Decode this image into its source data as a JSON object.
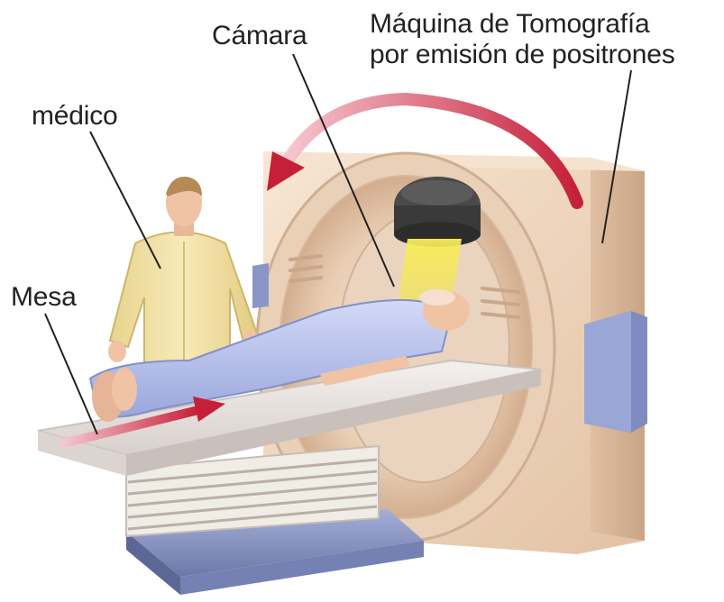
{
  "labels": {
    "camera": "Cámara",
    "pet_machine_line1": "Máquina de Tomografía",
    "pet_machine_line2": "por emisión de positrones",
    "doctor": "médico",
    "table": "Mesa"
  },
  "colors": {
    "scanner_body": "#f1d8c0",
    "scanner_shadow": "#d9b89c",
    "camera_housing": "#3b3b3b",
    "camera_beam": "#f6e84a",
    "rotation_arrow": "#c8213b",
    "motion_arrow": "#c8213b",
    "patient_gown": "#b9c4ee",
    "doctor_coat": "#f2e2a8",
    "table_base": "#8a96c8",
    "leader_line": "#222222"
  }
}
